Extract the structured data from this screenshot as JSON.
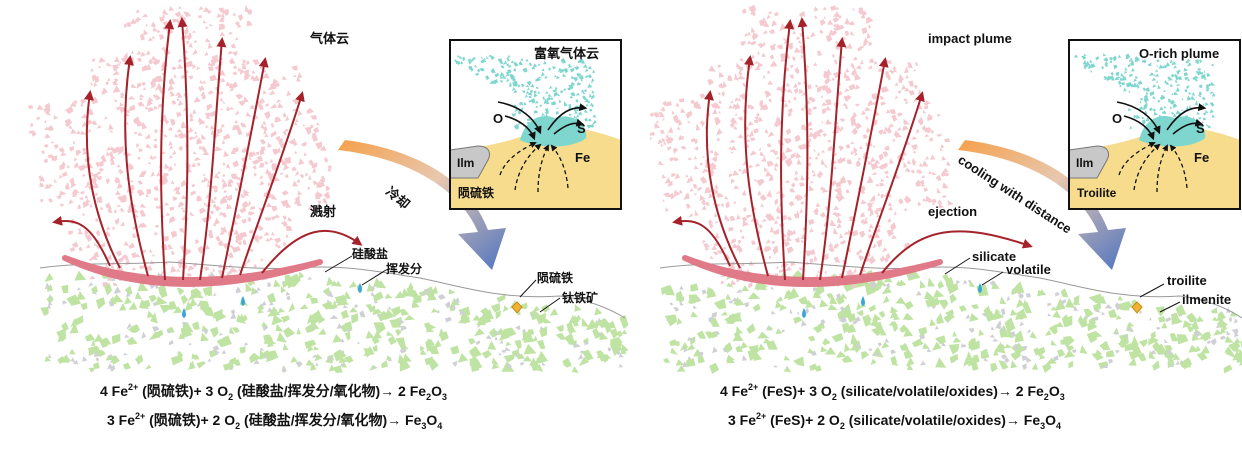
{
  "panels": [
    {
      "id": "zh",
      "labels": {
        "plume": "气体云",
        "ejection": "溅射",
        "silicate": "硅酸盐",
        "volatile": "挥发分",
        "troilite": "陨硫铁",
        "ilmenite": "钛铁矿",
        "cooling": "冷却"
      },
      "inset": {
        "title": "富氧气体云",
        "o": "O",
        "s": "S",
        "fe": "Fe",
        "ilm": "Ilm",
        "troilite": "陨硫铁"
      },
      "eq1": {
        "pre": "4 Fe",
        "sup": "2+",
        "mid1": " (陨硫铁)+ 3 O",
        "sub1": "2",
        "mid2": " (硅酸盐/挥发分/氧化物)→ 2 Fe",
        "sub2": "2",
        "mid3": "O",
        "sub3": "3"
      },
      "eq2": {
        "pre": "3 Fe",
        "sup": "2+",
        "mid1": " (陨硫铁)+ 2 O",
        "sub1": "2",
        "mid2": " (硅酸盐/挥发分/氧化物)→ Fe",
        "sub2": "3",
        "mid3": "O",
        "sub3": "4"
      }
    },
    {
      "id": "en",
      "labels": {
        "plume": "impact plume",
        "ejection": "ejection",
        "silicate": "silicate",
        "volatile": "volatile",
        "troilite": "troilite",
        "ilmenite": "ilmenite",
        "cooling": "cooling with distance"
      },
      "inset": {
        "title": "O-rich plume",
        "o": "O",
        "s": "S",
        "fe": "Fe",
        "ilm": "Ilm",
        "troilite": "Troilite"
      },
      "eq1": {
        "pre": "4 Fe",
        "sup": "2+",
        "mid1": " (FeS)+ 3 O",
        "sub1": "2",
        "mid2": " (silicate/volatile/oxides)→ 2 Fe",
        "sub2": "2",
        "mid3": "O",
        "sub3": "3"
      },
      "eq2": {
        "pre": "3 Fe",
        "sup": "2+",
        "mid1": " (FeS)+ 2 O",
        "sub1": "2",
        "mid2": " (silicate/volatile/oxides)→ Fe",
        "sub2": "3",
        "mid3": "O",
        "sub3": "4"
      }
    }
  ],
  "colors": {
    "plume": "#f4c9cf",
    "arrows": "#a5222a",
    "melt": "#e98a96",
    "ground_green": "#bfe3a3",
    "ground_grey": "#cfcfd6",
    "droplet": "#3aa7d8",
    "troilite_gem": "#f2b233",
    "inset_plume": "#7fd6cf",
    "inset_ground": "#f6dc8c",
    "inset_ilm": "#c8c8c8",
    "cooling_start": "#f0a24a",
    "cooling_end": "#5b7fc6"
  }
}
